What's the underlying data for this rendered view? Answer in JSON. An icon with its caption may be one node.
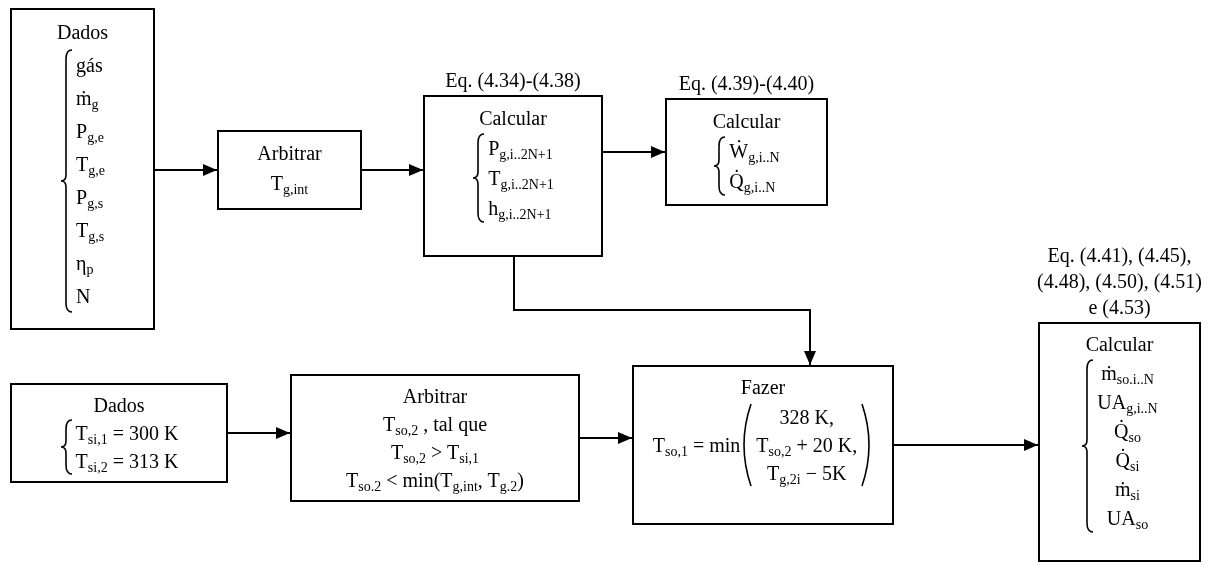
{
  "diagram": {
    "nodes": [
      {
        "text": [
          "Dados",
          "gás",
          "ṁ$_{g}$",
          "P$_{g,e}$",
          "T$_{g,e}$",
          "P$_{g,s}$",
          "T$_{g,s}$",
          "η$_{p}$",
          "N"
        ]
      },
      {
        "text": [
          "Arbitrar",
          "T$_{g,int}$"
        ]
      },
      {
        "text": [
          "Calcular",
          "P$_{g,i..2N+1}$",
          "T$_{g,i..2N+1}$",
          "h$_{g,i..2N+1}$"
        ],
        "beside": [
          "Eq. (4.34)-(4.38)"
        ]
      },
      {
        "text": [
          "Calcular",
          "Ẇ$_{g,i..N}$",
          "Q̇$_{g,i..N}$"
        ],
        "beside": [
          "Eq. (4.39)-(4.40)"
        ]
      },
      {
        "text": [
          "Dados",
          "T$_{si,1}$ = 300 K",
          "T$_{si,2}$ = 313 K"
        ]
      },
      {
        "text": [
          "Arbitrar",
          "T$_{so,2}$ , tal que",
          "T$_{so,2}$ > T$_{si,1}$",
          "T$_{so.2}$ < min(T$_{g,int}$, T$_{g.2}$)"
        ]
      },
      {
        "text": [
          "Fazer",
          "T$_{so,1}$ = min",
          "328 K,",
          "T$_{so,2}$ + 20 K,",
          "T$_{g,2i}$ − 5K"
        ]
      },
      {
        "text": [
          "Calcular",
          "ṁ$_{so.i..N}$",
          "UA$_{g,i..N}$",
          "Q̇$_{so}$",
          "Q̇$_{si}$",
          "ṁ$_{si}$",
          "UA$_{so}$"
        ],
        "beside": [
          "Eq. (4.41), (4.45), (4.48), (4.50), (4.51) e (4.53)"
        ]
      }
    ],
    "edges": [
      {
        "from": 0,
        "to": 1,
        "arrow": "to"
      },
      {
        "from": 1,
        "to": 2,
        "arrow": "to"
      },
      {
        "from": 2,
        "to": 3,
        "arrow": "to"
      },
      {
        "from": 2,
        "to": 6,
        "arrow": "to"
      },
      {
        "from": 4,
        "to": 5,
        "arrow": "to"
      },
      {
        "from": 5,
        "to": 6,
        "arrow": "to"
      },
      {
        "from": 6,
        "to": 7,
        "arrow": "to"
      }
    ]
  }
}
